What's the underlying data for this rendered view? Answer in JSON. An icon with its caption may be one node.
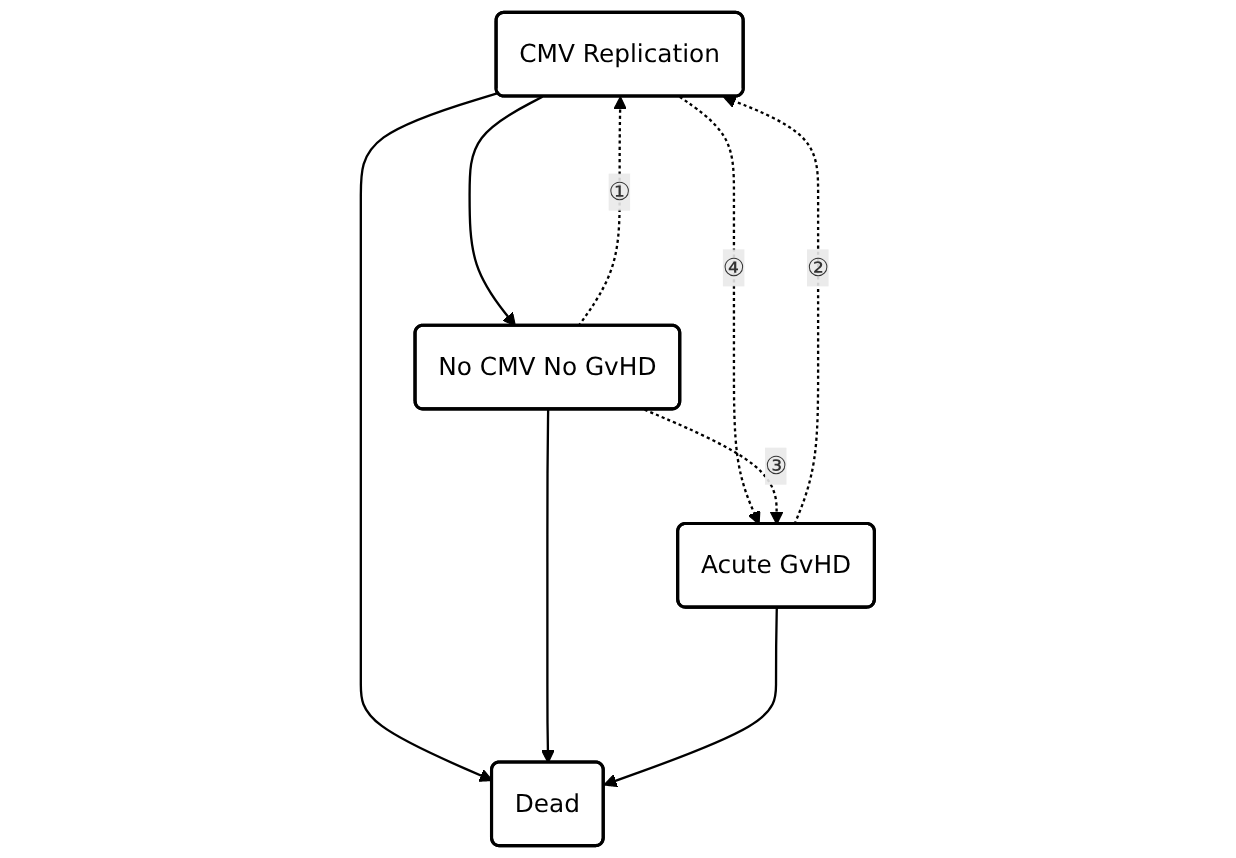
{
  "diagram": {
    "nodes": [
      {
        "text": [
          "CMV Replication"
        ]
      },
      {
        "text": [
          "Dead"
        ]
      },
      {
        "text": [
          "No CMV No GvHD"
        ]
      },
      {
        "text": [
          "Acute GvHD"
        ]
      }
    ],
    "edges": [
      {
        "from": 0,
        "to": 1,
        "arrow": "to"
      },
      {
        "from": 0,
        "to": 2,
        "arrow": "to"
      },
      {
        "from": 2,
        "to": 0,
        "arrow": "to",
        "label": "①",
        "style": "dashed"
      },
      {
        "from": 3,
        "to": 0,
        "arrow": "to",
        "label": "②",
        "style": "dashed"
      },
      {
        "from": 0,
        "to": 3,
        "arrow": "to",
        "label": "④",
        "style": "dashed"
      },
      {
        "from": 2,
        "to": 1,
        "arrow": "to"
      },
      {
        "from": 2,
        "to": 3,
        "arrow": "to",
        "label": "③",
        "style": "dashed"
      },
      {
        "from": 3,
        "to": 1,
        "arrow": "to"
      }
    ]
  }
}
